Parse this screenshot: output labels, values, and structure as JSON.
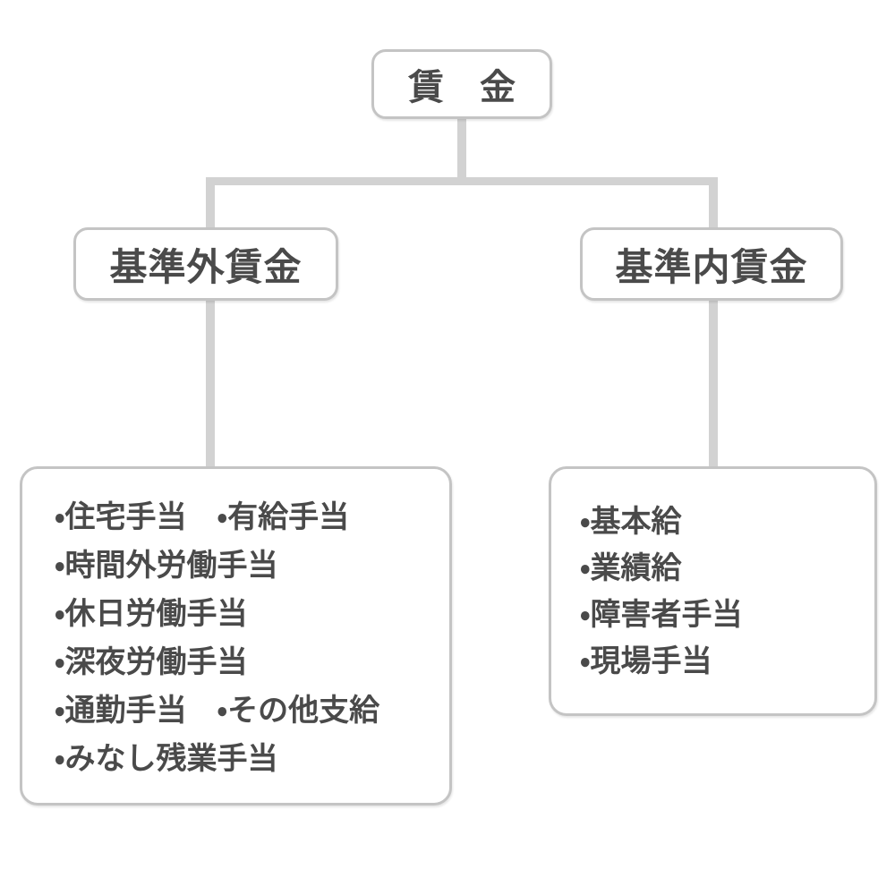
{
  "diagram": {
    "title_hint": "wage-structure-tree",
    "colors": {
      "background": "#ffffff",
      "box_border": "#c4c4c4",
      "connector": "#d2d2d2",
      "text": "#4a4a4a"
    },
    "root": {
      "label": "賃　金"
    },
    "branches": [
      {
        "label": "基準外賃金",
        "items": [
          "・住宅手当　・有給手当",
          "・時間外労働手当",
          "・休日労働手当",
          "・深夜労働手当",
          "・通勤手当　・その他支給",
          "・みなし残業手当"
        ]
      },
      {
        "label": "基準内賃金",
        "items": [
          "・基本給",
          "・業績給",
          "・障害者手当",
          "・現場手当"
        ]
      }
    ]
  }
}
